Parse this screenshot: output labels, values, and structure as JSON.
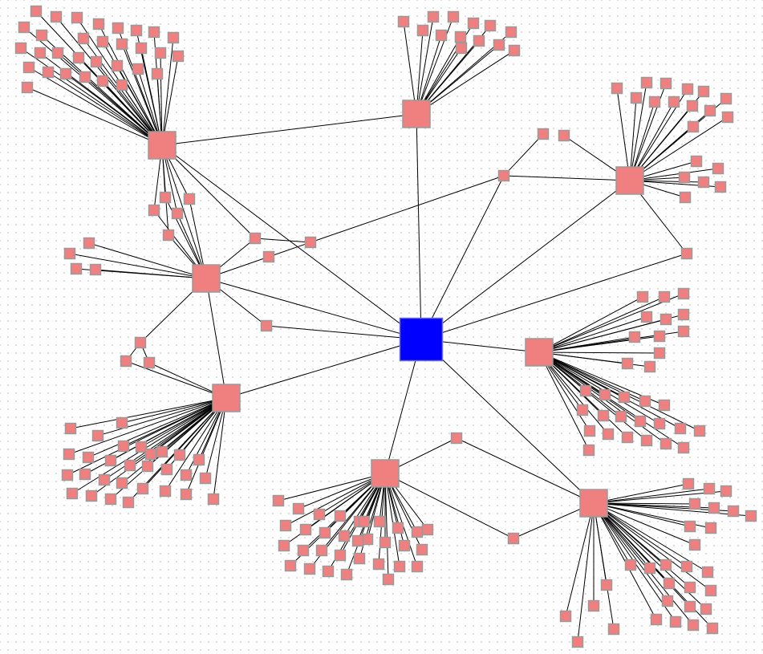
{
  "graph": {
    "center_color": "#0000ff",
    "center_border": "#6f6fcf",
    "node_color": "#f08080",
    "node_border": "#9a9a9a",
    "edge_color": "#000000",
    "hub_count": 8,
    "leaf_counts": [
      31,
      13,
      17,
      27,
      22,
      30,
      29,
      40
    ],
    "mid_nodes": 13
  }
}
